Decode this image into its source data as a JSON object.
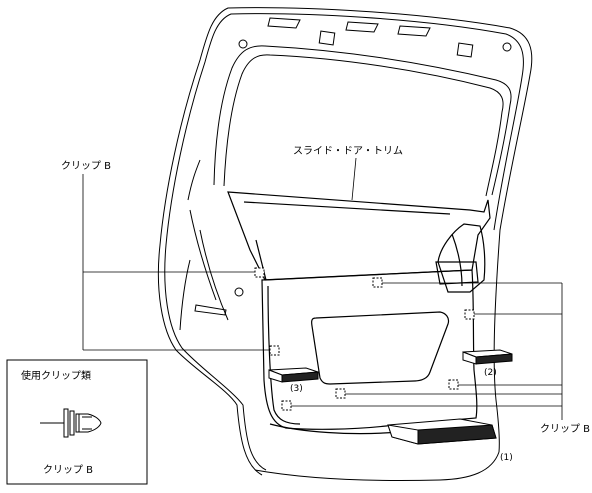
{
  "labels": {
    "trim": "スライド・ドア・トリム",
    "clip_b_left": "クリップ B",
    "clip_b_right": "クリップ B",
    "callout_1": "(1)",
    "callout_2": "(2)",
    "callout_3": "(3)"
  },
  "legend": {
    "title": "使用クリップ類",
    "item": "クリップ B"
  }
}
